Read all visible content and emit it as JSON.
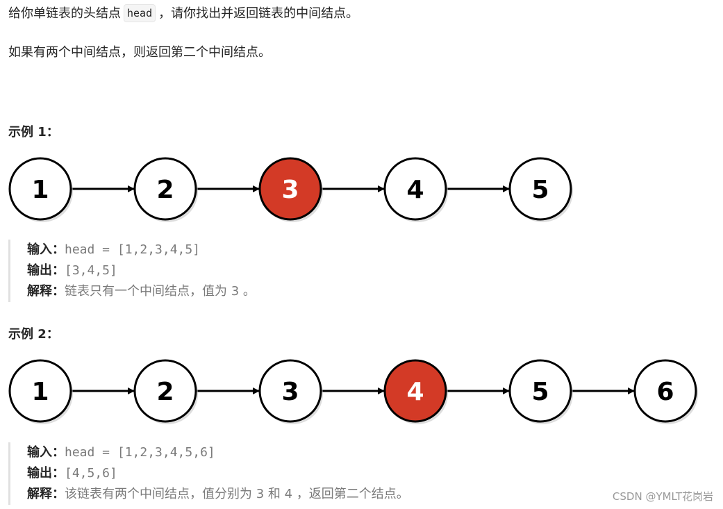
{
  "problem": {
    "line1_before": "给你单链表的头结点",
    "line1_code": "head",
    "line1_after": "，请你找出并返回链表的中间结点。",
    "line2": "如果有两个中间结点，则返回第二个中间结点。"
  },
  "examples": [
    {
      "title": "示例 1：",
      "nodes": [
        "1",
        "2",
        "3",
        "4",
        "5"
      ],
      "highlight_index": 2,
      "input_label": "输入：",
      "input_value": "head = [1,2,3,4,5]",
      "output_label": "输出：",
      "output_value": "[3,4,5]",
      "explain_label": "解释：",
      "explain_text": "链表只有一个中间结点，值为 3 。"
    },
    {
      "title": "示例 2：",
      "nodes": [
        "1",
        "2",
        "3",
        "4",
        "5",
        "6"
      ],
      "highlight_index": 3,
      "input_label": "输入：",
      "input_value": "head = [1,2,3,4,5,6]",
      "output_label": "输出：",
      "output_value": "[4,5,6]",
      "explain_label": "解释：",
      "explain_text": "该链表有两个中间结点，值分别为 3 和 4 ，返回第二个结点。"
    }
  ],
  "watermark": "CSDN @YMLT花岗岩",
  "colors": {
    "highlight_fill": "#d33a26",
    "node_fill": "#ffffff",
    "node_stroke": "#000000",
    "highlight_text": "#ffffff",
    "node_text": "#000000"
  }
}
